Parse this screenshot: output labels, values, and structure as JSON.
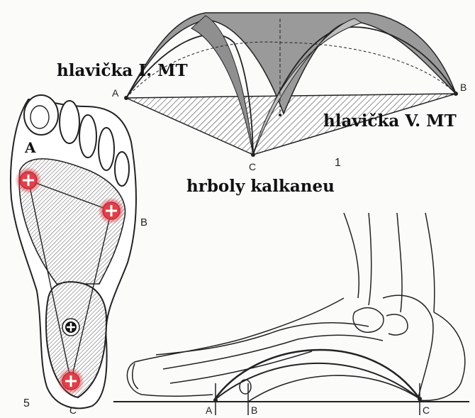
{
  "labels": {
    "head_first_mt": "hlavička I. MT",
    "head_fifth_mt": "hlavička V. MT",
    "calcaneus": "hrboly kalkaneu"
  },
  "points": {
    "A": "A",
    "B": "B",
    "C": "C"
  },
  "figure_numbers": {
    "arch": "1",
    "sole": "5"
  },
  "colors": {
    "marker": "#e0404a",
    "ink": "#222222",
    "arch_fill": "#8f8f8f"
  },
  "icons": {
    "contact_point": "plus-circle-icon",
    "center_of_gravity": "plus-circle-icon"
  }
}
